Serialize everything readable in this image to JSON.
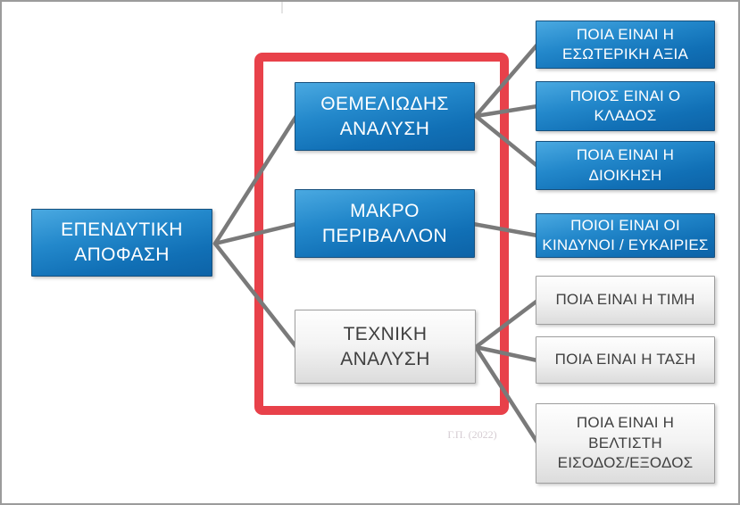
{
  "nodes": {
    "root": {
      "label": "ΕΠΕΝΔΥΤΙΚΗ\nΑΠΟΦΑΣΗ",
      "variant": "blue"
    },
    "middle": [
      {
        "label": "ΘΕΜΕΛΙΩΔΗΣ\nΑΝΑΛΥΣΗ",
        "variant": "blue"
      },
      {
        "label": "ΜΑΚΡΟ\nΠΕΡΙΒΑΛΛΟΝ",
        "variant": "blue"
      },
      {
        "label": "ΤΕΧΝΙΚΗ\nΑΝΑΛΥΣΗ",
        "variant": "gray"
      }
    ],
    "right": [
      {
        "label": "ΠΟΙΑ ΕΙΝΑΙ Η\nΕΣΩΤΕΡΙΚΗ ΑΞΙΑ",
        "variant": "blue"
      },
      {
        "label": "ΠΟΙΟΣ ΕΙΝΑΙ Ο\nΚΛΑΔΟΣ",
        "variant": "blue"
      },
      {
        "label": "ΠΟΙΑ ΕΙΝΑΙ Η\nΔΙΟΙΚΗΣΗ",
        "variant": "blue"
      },
      {
        "label": "ΠΟΙΟΙ ΕΙΝΑΙ ΟΙ\nΚΙΝΔΥΝΟΙ / ΕΥΚΑΙΡΙΕΣ",
        "variant": "blue"
      },
      {
        "label": "ΠΟΙΑ ΕΙΝΑΙ Η ΤΙΜΗ",
        "variant": "gray"
      },
      {
        "label": "ΠΟΙΑ ΕΙΝΑΙ Η ΤΑΣΗ",
        "variant": "gray"
      },
      {
        "label": "ΠΟΙΑ ΕΙΝΑΙ Η\nΒΕΛΤΙΣΤΗ\nΕΙΣΟΔΟΣ/ΕΞΟΔΟΣ",
        "variant": "gray"
      }
    ],
    "watermark": "Γ.Π. (2022)"
  },
  "colors": {
    "box_blue_light": "#4aa9e1",
    "box_blue_dark": "#0d63a7",
    "box_blue_border": "#17507d",
    "box_gray_top": "#fefefe",
    "box_gray_bottom": "#dcdcdc",
    "box_gray_border": "#9e9e9e",
    "box_gray_text": "#404040",
    "highlight_red": "#e8414a",
    "connector_gray": "#7a7a7a",
    "canvas_border": "#9b9b9b"
  }
}
